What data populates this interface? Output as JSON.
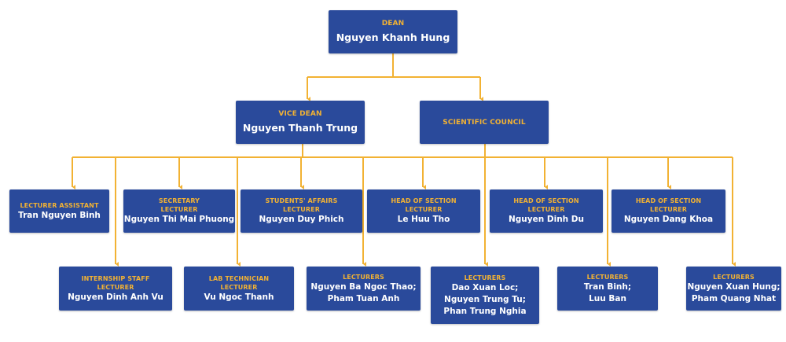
{
  "nodes": {
    "dean": {
      "role": "DEAN",
      "name": "Nguyen Khanh Hung"
    },
    "vice_dean": {
      "role": "VICE DEAN",
      "name": "Nguyen Thanh Trung"
    },
    "council": {
      "role": "SCIENTIFIC COUNCIL"
    },
    "lect_assistant": {
      "role": "LECTURER ASSISTANT",
      "name": "Tran Nguyen Binh"
    },
    "secretary": {
      "role1": "SECRETARY",
      "role2": "LECTURER",
      "name": "Nguyen Thi Mai Phuong"
    },
    "students_affairs": {
      "role1": "STUDENTS' AFFAIRS",
      "role2": "LECTURER",
      "name": "Nguyen Duy Phich"
    },
    "head1": {
      "role1": "HEAD OF SECTION",
      "role2": "LECTURER",
      "name": "Le Huu Tho"
    },
    "head2": {
      "role1": "HEAD OF SECTION",
      "role2": "LECTURER",
      "name": "Nguyen Dinh Du"
    },
    "head3": {
      "role1": "HEAD OF SECTION",
      "role2": "LECTURER",
      "name": "Nguyen Dang Khoa"
    },
    "internship": {
      "role1": "INTERNSHIP STAFF",
      "role2": "LECTURER",
      "name": "Nguyen Dinh Anh Vu"
    },
    "lab_tech": {
      "role1": "LAB TECHNICIAN",
      "role2": "LECTURER",
      "name": "Vu Ngoc Thanh"
    },
    "lecturers1": {
      "role": "LECTURERS",
      "name1": "Nguyen Ba Ngoc Thao;",
      "name2": "Pham Tuan Anh"
    },
    "lecturers2": {
      "role": "LECTURERS",
      "name1": "Dao Xuan Loc;",
      "name2": "Nguyen Trung Tu;",
      "name3": "Phan Trung Nghia"
    },
    "lecturers3": {
      "role": "LECTURERS",
      "name1": "Tran Binh;",
      "name2": "Luu Ban"
    },
    "lecturers4": {
      "role": "LECTURERS",
      "name1": "Nguyen Xuan Hung;",
      "name2": "Pham Quang Nhat"
    }
  },
  "colors": {
    "box": "#2a4a9b",
    "role_text": "#f2b233",
    "name_text": "#ffffff",
    "connector": "#f2b233"
  }
}
